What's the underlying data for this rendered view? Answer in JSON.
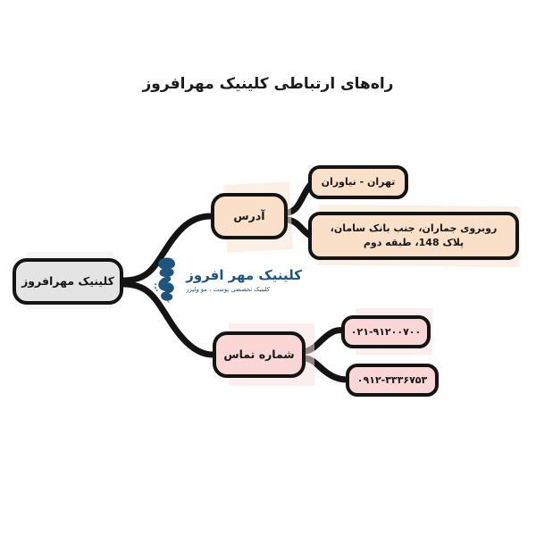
{
  "page": {
    "title": "راه‌های ارتباطی کلینیک مهرافروز",
    "direction": "rtl",
    "background_color": "#ffffff"
  },
  "colors": {
    "node_border": "#141414",
    "root_fill": "#e4e4e4",
    "address_fill": "#fae0c9",
    "phone_fill": "#fbd6d6",
    "watermark_blue": "#1d5480",
    "text": "#171717"
  },
  "mindmap": {
    "type": "mindmap",
    "root": {
      "label": "کلینیک مهرافروز",
      "fill": "#e4e4e4"
    },
    "branches": [
      {
        "id": "address",
        "label": "آدرس",
        "fill": "#fae0c9",
        "leaves": [
          {
            "id": "city",
            "label": "تهران - نیاوران"
          },
          {
            "id": "street",
            "label": "روبروی جماران، جنب بانک سامان، پلاک 148، طبقه دوم"
          }
        ]
      },
      {
        "id": "phone",
        "label": "شماره تماس",
        "fill": "#fbd6d6",
        "leaves": [
          {
            "id": "phone1",
            "label": "۰۲۱-۹۱۲۰۰۷۰۰"
          },
          {
            "id": "phone2",
            "label": "۰۹۱۲-۳۳۳۶۷۵۳"
          }
        ]
      }
    ]
  },
  "watermark": {
    "title": "کلینیک مهر افروز",
    "subtitle": "کلینیک تخصصی پوست ، مو ولیزر",
    "logo_icon": "caduceus-snake-icon",
    "color": "#1d5480"
  }
}
